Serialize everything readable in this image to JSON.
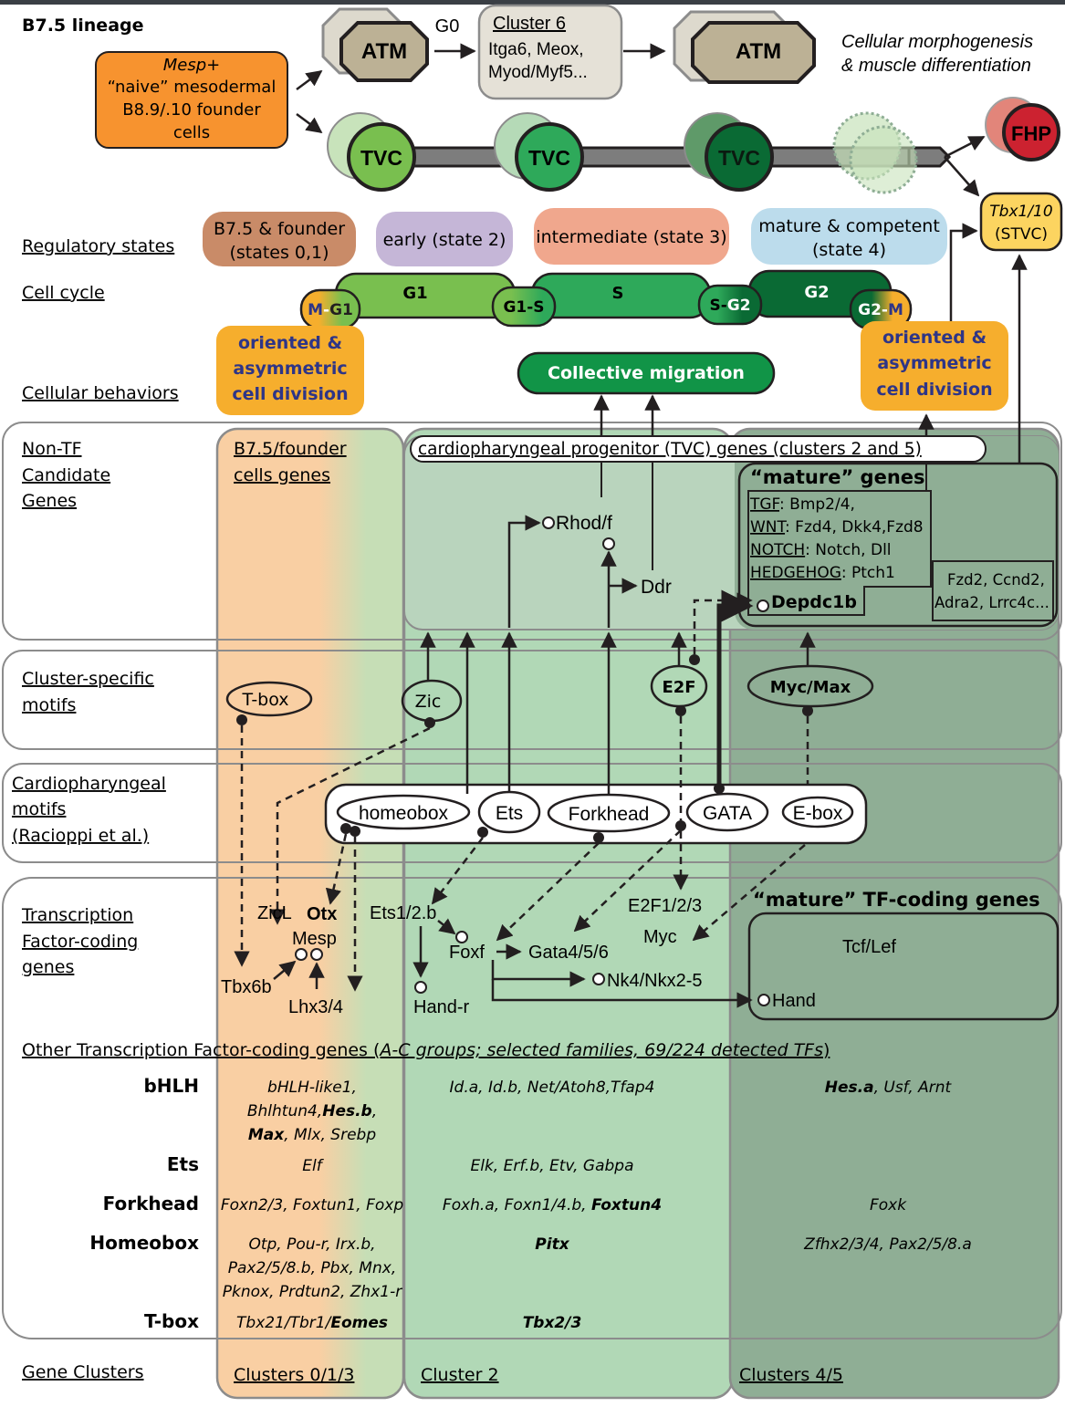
{
  "lineage": {
    "title": "B7.5 lineage",
    "founder": {
      "line1": "Mesp+",
      "line2": "“naive” mesodermal",
      "line3": "B8.9/.10 founder",
      "line4": "cells"
    },
    "atm_label": "ATM",
    "g0_label": "G0",
    "cluster6": {
      "title": "Cluster 6",
      "line1": "Itga6, Meox,",
      "line2": "Myod/Myf5..."
    },
    "atm_outcome": {
      "line1": "Cellular morphogenesis",
      "line2": "& muscle differentiation"
    },
    "tvc_label": "TVC",
    "fhp_label": "FHP",
    "stvc": {
      "line1": "Tbx1/10",
      "line2": "(STVC)"
    }
  },
  "row_labels": {
    "regulatory_states": "Regulatory states",
    "cell_cycle": "Cell cycle",
    "cellular_behaviors": "Cellular behaviors",
    "non_tf": [
      "Non-TF",
      "Candidate",
      "Genes"
    ],
    "cluster_motifs": [
      "Cluster-specific",
      "motifs"
    ],
    "cardio_motifs": [
      "Cardiopharyngeal",
      "motifs",
      "(Racioppi et al.)"
    ],
    "tf_genes": [
      "Transcription",
      "Factor-coding",
      "genes"
    ],
    "gene_clusters": "Gene Clusters"
  },
  "regulatory_states": [
    {
      "line1": "B7.5 & founder",
      "line2": "(states 0,1)",
      "color": "#c98b68"
    },
    {
      "line1": "early (state 2)",
      "line2": "",
      "color": "#c5b6d7"
    },
    {
      "line1": "intermediate (state 3)",
      "line2": "",
      "color": "#f0a78d"
    },
    {
      "line1": "mature & competent",
      "line2": "(state 4)",
      "color": "#bcdcec"
    }
  ],
  "cell_cycle": {
    "phases": [
      "G1",
      "S",
      "G2"
    ],
    "transitions": [
      {
        "a": "M",
        "b": "G1"
      },
      {
        "a": "G1",
        "b": "S"
      },
      {
        "a": "S",
        "b": "G2"
      },
      {
        "a": "G2",
        "b": "M"
      }
    ]
  },
  "behaviors": {
    "division": [
      "oriented &",
      "asymmetric",
      "cell division"
    ],
    "migration": "Collective migration"
  },
  "non_tf": {
    "founder_title": [
      "B7.5/founder",
      "cells genes"
    ],
    "tvc_title": "cardiopharyngeal progenitor (TVC) genes (clusters 2 and 5)",
    "rhod": "Rhod/f",
    "ddr": "Ddr",
    "mature_title": "“mature” genes",
    "mature_lines": [
      {
        "key": "TGF",
        "rest": ": Bmp2/4,"
      },
      {
        "key": "WNT",
        "rest": ": Fzd4, Dkk4,Fzd8"
      },
      {
        "key": "NOTCH",
        "rest": ": Notch, Dll"
      },
      {
        "key": "HEDGEHOG",
        "rest": ": Ptch1"
      }
    ],
    "depdc1b": "Depdc1b",
    "other_mature": [
      "Fzd2, Ccnd2,",
      "Adra2, Lrrc4c..."
    ]
  },
  "cluster_motifs": [
    "T-box",
    "Zic",
    "E2F",
    "Myc/Max"
  ],
  "cardio_motifs": [
    "homeobox",
    "Ets",
    "Forkhead",
    "GATA",
    "E-box"
  ],
  "tf_genes": {
    "zicl": "ZicL",
    "otx": "Otx",
    "mesp": "Mesp",
    "tbx6b": "Tbx6b",
    "lhx": "Lhx3/4",
    "ets12b": "Ets1/2.b",
    "foxf": "Foxf",
    "handr": "Hand-r",
    "gata": "Gata4/5/6",
    "nk4": "Nk4/Nkx2-5",
    "e2f": "E2F1/2/3",
    "myc": "Myc",
    "mature_title": "“mature” TF-coding genes",
    "tcf": "Tcf/Lef",
    "hand": "Hand"
  },
  "other_tf": {
    "title_plain": "Other Transcription Factor-coding genes (",
    "title_italic": "A-C groups; selected families, 69/224 detected TFs",
    "title_close": ")",
    "families": [
      {
        "name": "bHLH",
        "cols": [
          [
            [
              [
                "bHLH-like1,",
                false
              ]
            ],
            [
              [
                "Bhlhtun4,",
                false
              ],
              [
                "Hes.b",
                true
              ],
              [
                ",",
                false
              ]
            ],
            [
              [
                "Max",
                true
              ],
              [
                ", Mlx, Srebp",
                false
              ]
            ]
          ],
          [
            [
              [
                "Id.a, Id.b, Net/Atoh8,Tfap4",
                false
              ]
            ]
          ],
          [
            [
              [
                "Hes.a",
                true
              ],
              [
                ", Usf, Arnt",
                false
              ]
            ]
          ]
        ]
      },
      {
        "name": "Ets",
        "cols": [
          [
            [
              [
                "Elf",
                false
              ]
            ]
          ],
          [
            [
              [
                "Elk, Erf.b, Etv, Gabpa",
                false
              ]
            ]
          ],
          []
        ]
      },
      {
        "name": "Forkhead",
        "cols": [
          [
            [
              [
                "Foxn2/3, Foxtun1, Foxp",
                false
              ]
            ]
          ],
          [
            [
              [
                "Foxh.a, Foxn1/4.b, ",
                false
              ],
              [
                "Foxtun4",
                true
              ]
            ]
          ],
          [
            [
              [
                "Foxk",
                false
              ]
            ]
          ]
        ]
      },
      {
        "name": "Homeobox",
        "cols": [
          [
            [
              [
                "Otp, Pou-r, Irx.b,",
                false
              ]
            ],
            [
              [
                "Pax2/5/8.b, Pbx, Mnx,",
                false
              ]
            ],
            [
              [
                "Pknox, Prdtun2, Zhx1-r",
                false
              ]
            ]
          ],
          [
            [
              [
                "Pitx",
                true
              ]
            ]
          ],
          [
            [
              [
                "Zfhx2/3/4, Pax2/5/8.a",
                false
              ]
            ]
          ]
        ]
      },
      {
        "name": "T-box",
        "cols": [
          [
            [
              [
                "Tbx21/Tbr1/",
                false
              ],
              [
                "Eomes",
                true
              ]
            ]
          ],
          [
            [
              [
                "Tbx2/3",
                true
              ]
            ]
          ],
          []
        ]
      }
    ]
  },
  "gene_clusters": [
    "Clusters 0/1/3",
    "Cluster 2",
    "Clusters 4/5"
  ],
  "colors": {
    "founder_orange": "#f7932f",
    "founder_col": "#f9cfa3",
    "founder_col_green": "#c6deb6",
    "cluster2_col": "#b1d8b6",
    "cluster45_col": "#8fae95",
    "tvc_box": "#b9d4bd",
    "atm_fill": "#bcb195",
    "atm_shadow": "#ddd9cd",
    "cluster6_fill": "#e5e1d7",
    "tvc1": "#79bf4f",
    "tvc2": "#2ea95a",
    "tvc3": "#0a6a34",
    "fhp": "#cc2230",
    "stvc": "#fcd460",
    "division": "#f6ae2d",
    "division_text": "#2e3587",
    "migration": "#119447"
  }
}
